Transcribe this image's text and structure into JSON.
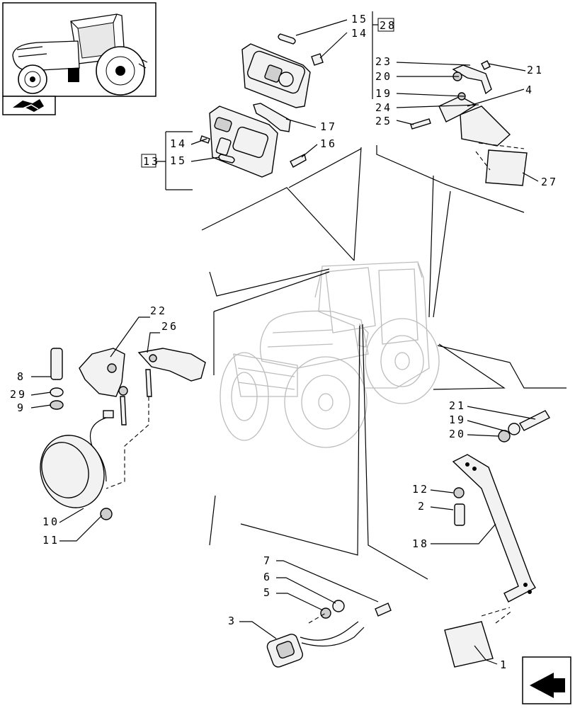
{
  "callouts": {
    "c1": "1",
    "c2": "2",
    "c3": "3",
    "c4": "4",
    "c5": "5",
    "c6": "6",
    "c7": "7",
    "c8": "8",
    "c9": "9",
    "c10": "10",
    "c11": "11",
    "c12": "12",
    "c13": "13",
    "c14a": "14",
    "c14b": "14",
    "c15a": "15",
    "c15b": "15",
    "c16": "16",
    "c17": "17",
    "c18": "18",
    "c19a": "19",
    "c19b": "19",
    "c20a": "20",
    "c20b": "20",
    "c21a": "21",
    "c21b": "21",
    "c22": "22",
    "c23": "23",
    "c24": "24",
    "c25": "25",
    "c26": "26",
    "c27": "27",
    "c28": "28",
    "c29": "29"
  },
  "icons": {
    "thumbnail": "tractor-thumbnail-icon",
    "book": "open-book-icon",
    "nav": "next-page-arrow-icon"
  }
}
